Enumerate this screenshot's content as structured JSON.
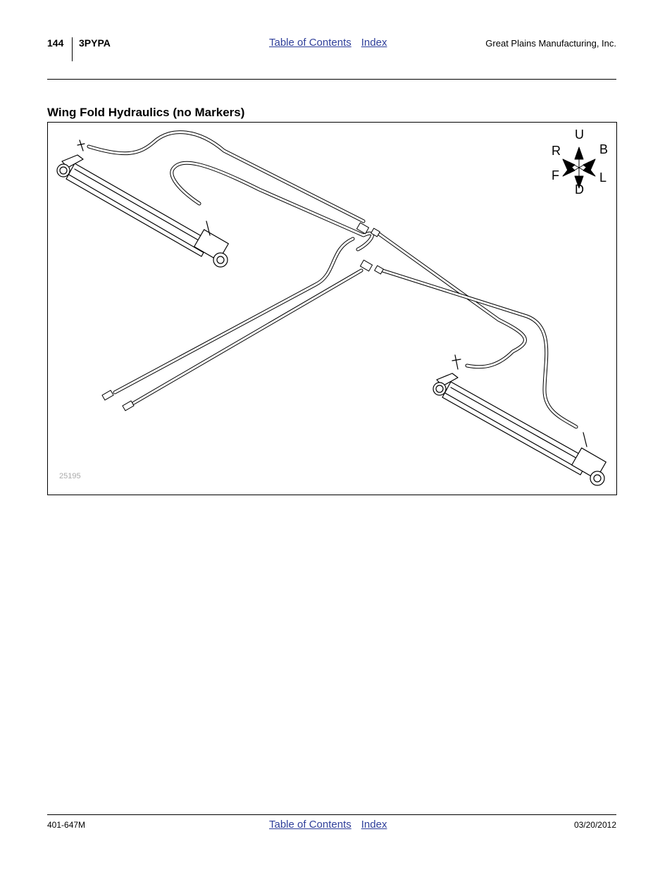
{
  "header": {
    "page_number": "144",
    "model": "3PYPA",
    "nav": {
      "toc_label": "Table of Contents",
      "index_label": "Index"
    },
    "company": "Great Plains Manufacturing, Inc."
  },
  "section": {
    "title": "Wing Fold Hydraulics (no Markers)"
  },
  "figure": {
    "id": "25195",
    "compass": {
      "up": "U",
      "down": "D",
      "right": "R",
      "left": "L",
      "front": "F",
      "back": "B"
    }
  },
  "footer": {
    "doc_number": "401-647M",
    "nav": {
      "toc_label": "Table of Contents",
      "index_label": "Index"
    },
    "date": "03/20/2012"
  }
}
